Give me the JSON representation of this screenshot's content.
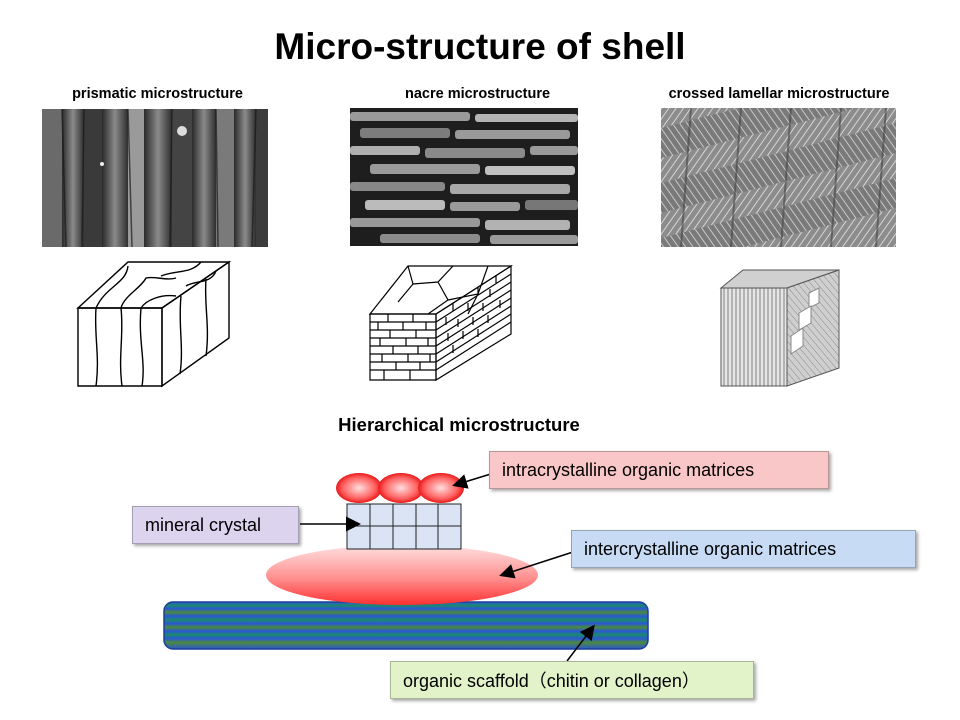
{
  "title": "Micro-structure of shell",
  "panels": [
    {
      "caption": "prismatic microstructure"
    },
    {
      "caption": "nacre microstructure"
    },
    {
      "caption": "crossed lamellar microstructure"
    }
  ],
  "hierarchy": {
    "heading": "Hierarchical microstructure",
    "labels": {
      "intracrystalline": "intracrystalline organic matrices",
      "mineral": "mineral crystal",
      "intercrystalline": "intercrystalline organic matrices",
      "scaffold": "organic scaffold（chitin or collagen）"
    }
  },
  "colors": {
    "intra_label_bg": "#f9c7c7",
    "mineral_label_bg": "#dcd3ee",
    "inter_label_bg": "#c7dbf5",
    "scaffold_label_bg": "#e2f3c9"
  }
}
